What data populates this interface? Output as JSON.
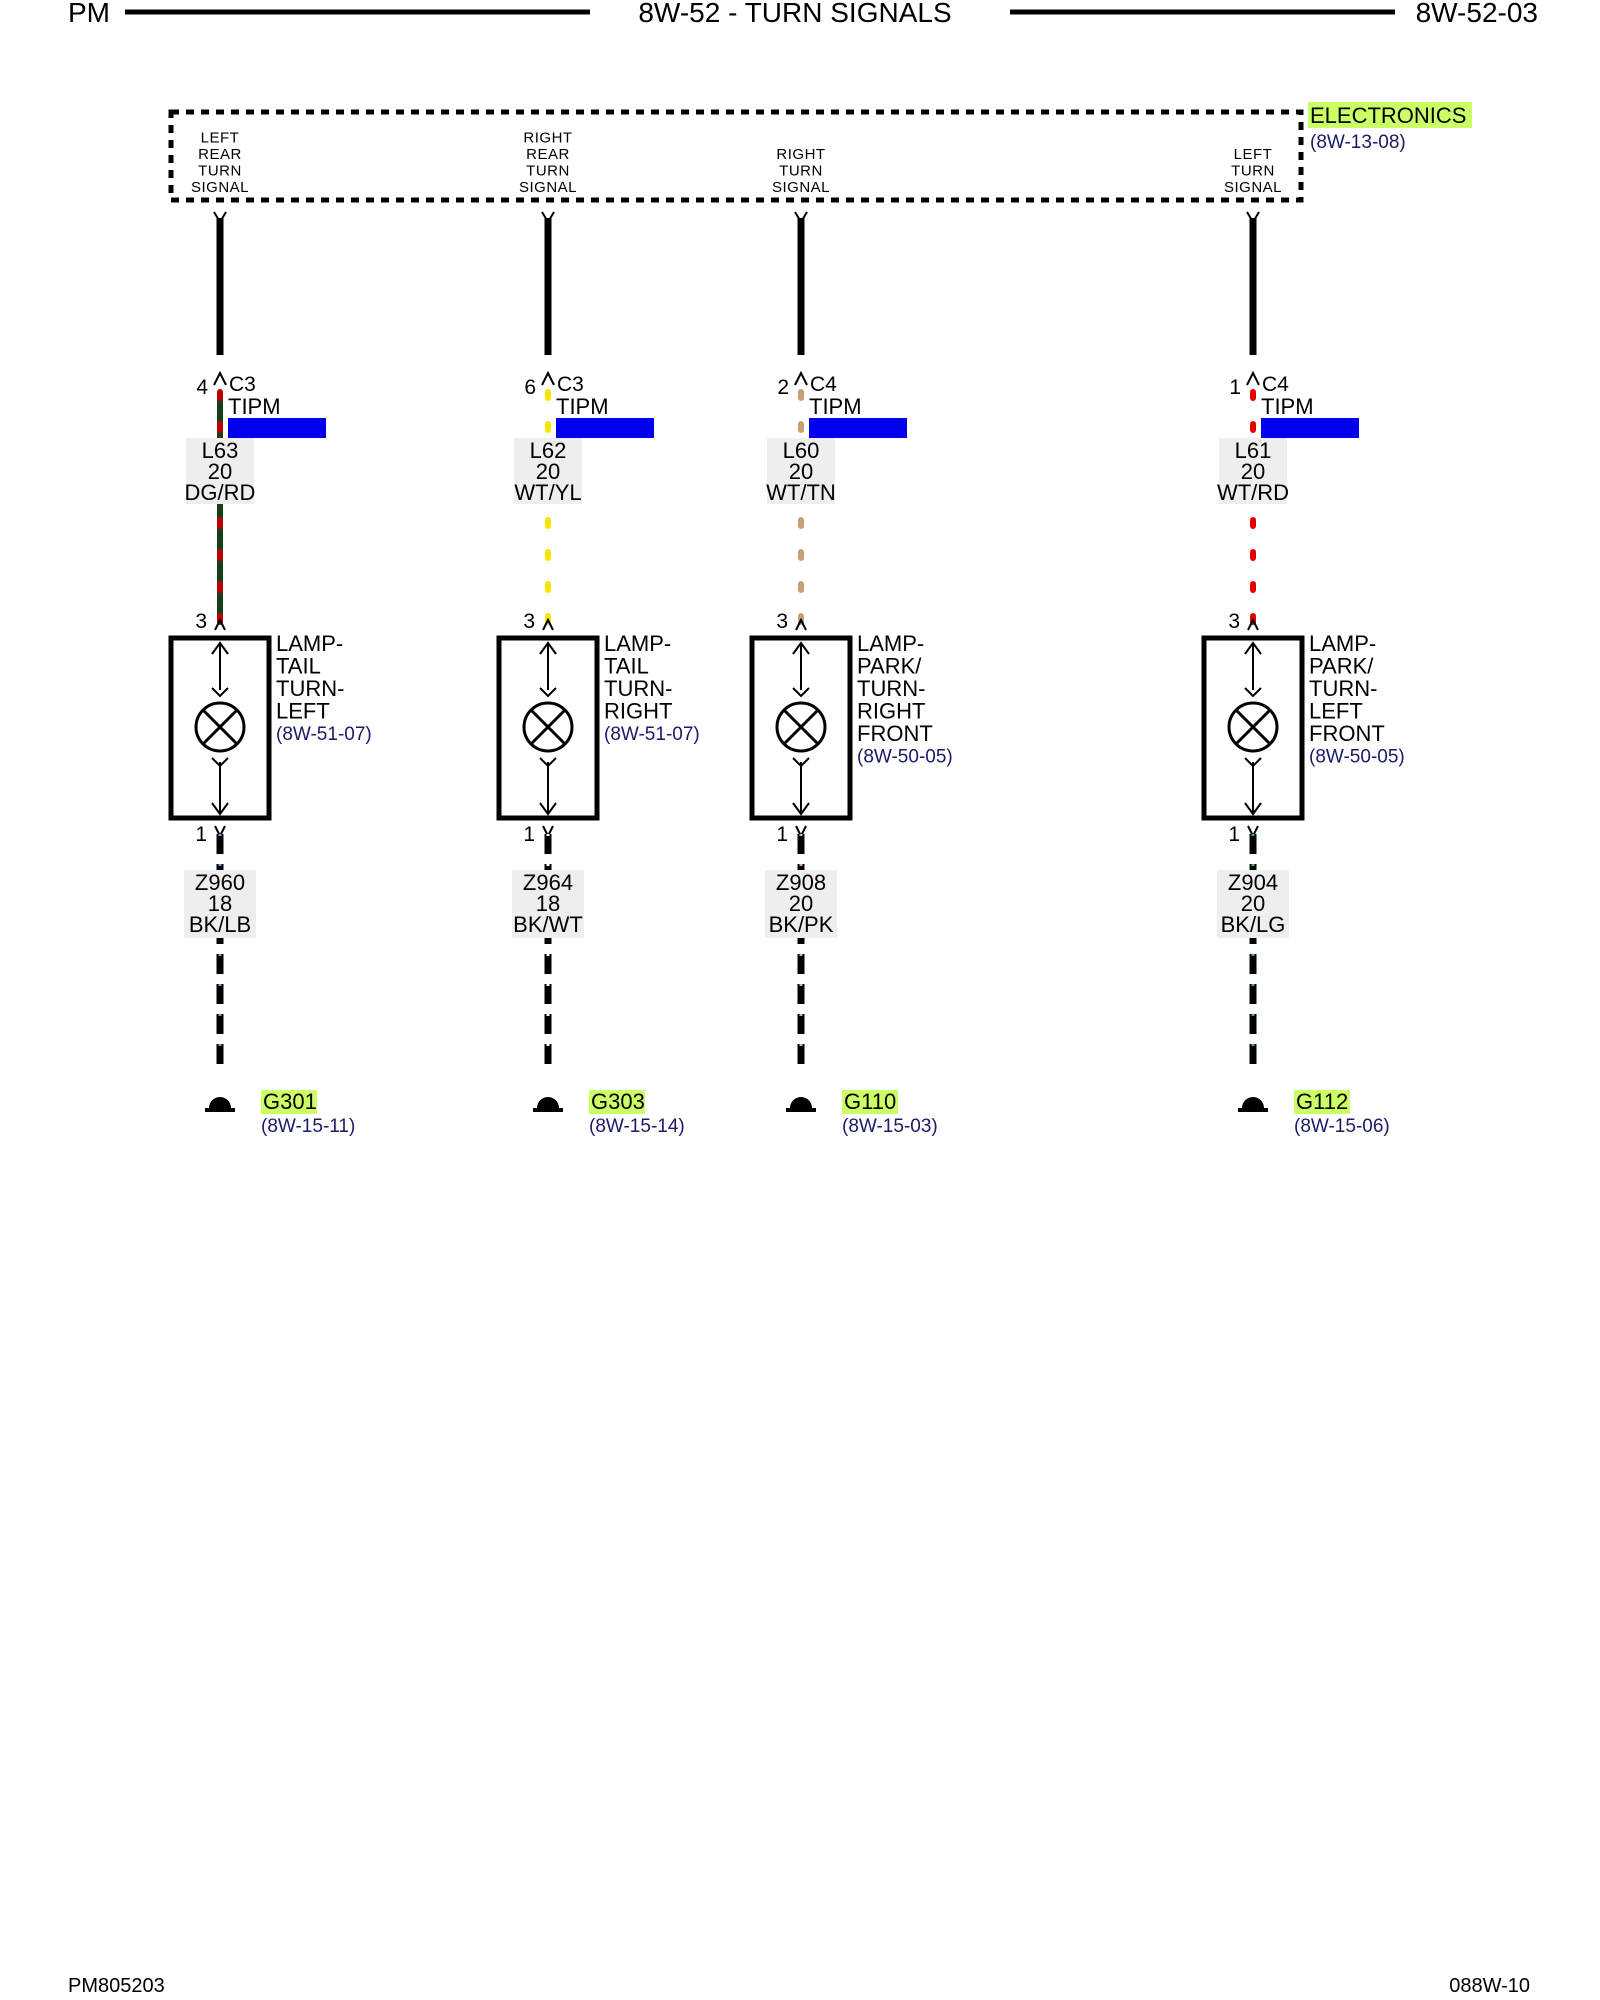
{
  "header": {
    "left": "PM",
    "title": "8W-52 - TURN SIGNALS",
    "right": "8W-52-03"
  },
  "module": {
    "name": "ELECTRONICS",
    "ref": "(8W-13-08)"
  },
  "circuits": [
    {
      "id": "lrt",
      "module_label": [
        "LEFT",
        "REAR",
        "TURN",
        "SIGNAL"
      ],
      "connector": {
        "pin": "4",
        "name": "C3",
        "location": "TIPM"
      },
      "wire": {
        "code": "L63",
        "gauge": "20",
        "color": "DG/RD",
        "stripe": "#c00000"
      },
      "lamp": {
        "in_pin": "3",
        "out_pin": "1",
        "label": [
          "LAMP-",
          "TAIL",
          "TURN-",
          "LEFT"
        ],
        "ref": "(8W-51-07)"
      },
      "ground_wire": {
        "code": "Z960",
        "gauge": "18",
        "color": "BK/LB",
        "stripe": "#5aa9d8"
      },
      "ground": {
        "name": "G301",
        "ref": "(8W-15-11)"
      }
    },
    {
      "id": "rrt",
      "module_label": [
        "RIGHT",
        "REAR",
        "TURN",
        "SIGNAL"
      ],
      "connector": {
        "pin": "6",
        "name": "C3",
        "location": "TIPM"
      },
      "wire": {
        "code": "L62",
        "gauge": "20",
        "color": "WT/YL",
        "stripe": "#f5e600"
      },
      "lamp": {
        "in_pin": "3",
        "out_pin": "1",
        "label": [
          "LAMP-",
          "TAIL",
          "TURN-",
          "RIGHT"
        ],
        "ref": "(8W-51-07)"
      },
      "ground_wire": {
        "code": "Z964",
        "gauge": "18",
        "color": "BK/WT",
        "stripe": "#ffffff"
      },
      "ground": {
        "name": "G303",
        "ref": "(8W-15-14)"
      }
    },
    {
      "id": "rft",
      "module_label": [
        "RIGHT",
        "TURN",
        "SIGNAL"
      ],
      "connector": {
        "pin": "2",
        "name": "C4",
        "location": "TIPM"
      },
      "wire": {
        "code": "L60",
        "gauge": "20",
        "color": "WT/TN",
        "stripe": "#c8a070"
      },
      "lamp": {
        "in_pin": "3",
        "out_pin": "1",
        "label": [
          "LAMP-",
          "PARK/",
          "TURN-",
          "RIGHT",
          "FRONT"
        ],
        "ref": "(8W-50-05)"
      },
      "ground_wire": {
        "code": "Z908",
        "gauge": "20",
        "color": "BK/PK",
        "stripe": "#f0a0b8"
      },
      "ground": {
        "name": "G110",
        "ref": "(8W-15-03)"
      }
    },
    {
      "id": "lft",
      "module_label": [
        "LEFT",
        "TURN",
        "SIGNAL"
      ],
      "connector": {
        "pin": "1",
        "name": "C4",
        "location": "TIPM"
      },
      "wire": {
        "code": "L61",
        "gauge": "20",
        "color": "WT/RD",
        "stripe": "#e00000"
      },
      "lamp": {
        "in_pin": "3",
        "out_pin": "1",
        "label": [
          "LAMP-",
          "PARK/",
          "TURN-",
          "LEFT",
          "FRONT"
        ],
        "ref": "(8W-50-05)"
      },
      "ground_wire": {
        "code": "Z904",
        "gauge": "20",
        "color": "BK/LG",
        "stripe": "#40c040"
      },
      "ground": {
        "name": "G112",
        "ref": "(8W-15-06)"
      }
    }
  ],
  "colors": {
    "highlight": "#ccff66",
    "connector_bar": "#0000ee",
    "ref_text": "#1a1a66"
  },
  "footer": {
    "left": "PM805203",
    "right": "088W-10"
  }
}
